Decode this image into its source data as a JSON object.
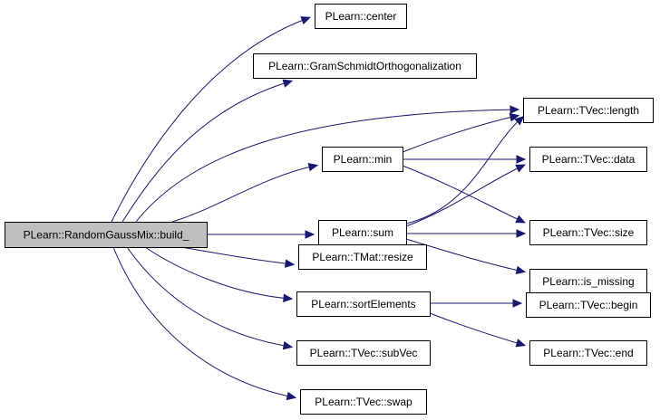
{
  "diagram": {
    "type": "call-graph",
    "colors": {
      "edge": "#191970",
      "root_fill": "#bfbfbf",
      "node_fill": "#ffffff",
      "node_stroke": "#000000"
    },
    "nodes": [
      {
        "id": "build",
        "label": "PLearn::RandomGaussMix::build_",
        "root": true
      },
      {
        "id": "center",
        "label": "PLearn::center"
      },
      {
        "id": "gso",
        "label": "PLearn::GramSchmidtOrthogonalization"
      },
      {
        "id": "length",
        "label": "PLearn::TVec::length"
      },
      {
        "id": "min",
        "label": "PLearn::min"
      },
      {
        "id": "data",
        "label": "PLearn::TVec::data"
      },
      {
        "id": "sum",
        "label": "PLearn::sum"
      },
      {
        "id": "size",
        "label": "PLearn::TVec::size"
      },
      {
        "id": "is_missing",
        "label": "PLearn::is_missing"
      },
      {
        "id": "resize",
        "label": "PLearn::TMat::resize"
      },
      {
        "id": "sortElements",
        "label": "PLearn::sortElements"
      },
      {
        "id": "begin",
        "label": "PLearn::TVec::begin"
      },
      {
        "id": "subVec",
        "label": "PLearn::TVec::subVec"
      },
      {
        "id": "end",
        "label": "PLearn::TVec::end"
      },
      {
        "id": "swap",
        "label": "PLearn::TVec::swap"
      }
    ],
    "edges": [
      {
        "from": "build",
        "to": "center"
      },
      {
        "from": "build",
        "to": "gso"
      },
      {
        "from": "build",
        "to": "length"
      },
      {
        "from": "build",
        "to": "min"
      },
      {
        "from": "build",
        "to": "sum"
      },
      {
        "from": "build",
        "to": "resize"
      },
      {
        "from": "build",
        "to": "sortElements"
      },
      {
        "from": "build",
        "to": "subVec"
      },
      {
        "from": "build",
        "to": "swap"
      },
      {
        "from": "min",
        "to": "length"
      },
      {
        "from": "min",
        "to": "data"
      },
      {
        "from": "min",
        "to": "size"
      },
      {
        "from": "sum",
        "to": "length"
      },
      {
        "from": "sum",
        "to": "data"
      },
      {
        "from": "sum",
        "to": "size"
      },
      {
        "from": "sum",
        "to": "is_missing"
      },
      {
        "from": "sortElements",
        "to": "begin"
      },
      {
        "from": "sortElements",
        "to": "end"
      }
    ]
  }
}
